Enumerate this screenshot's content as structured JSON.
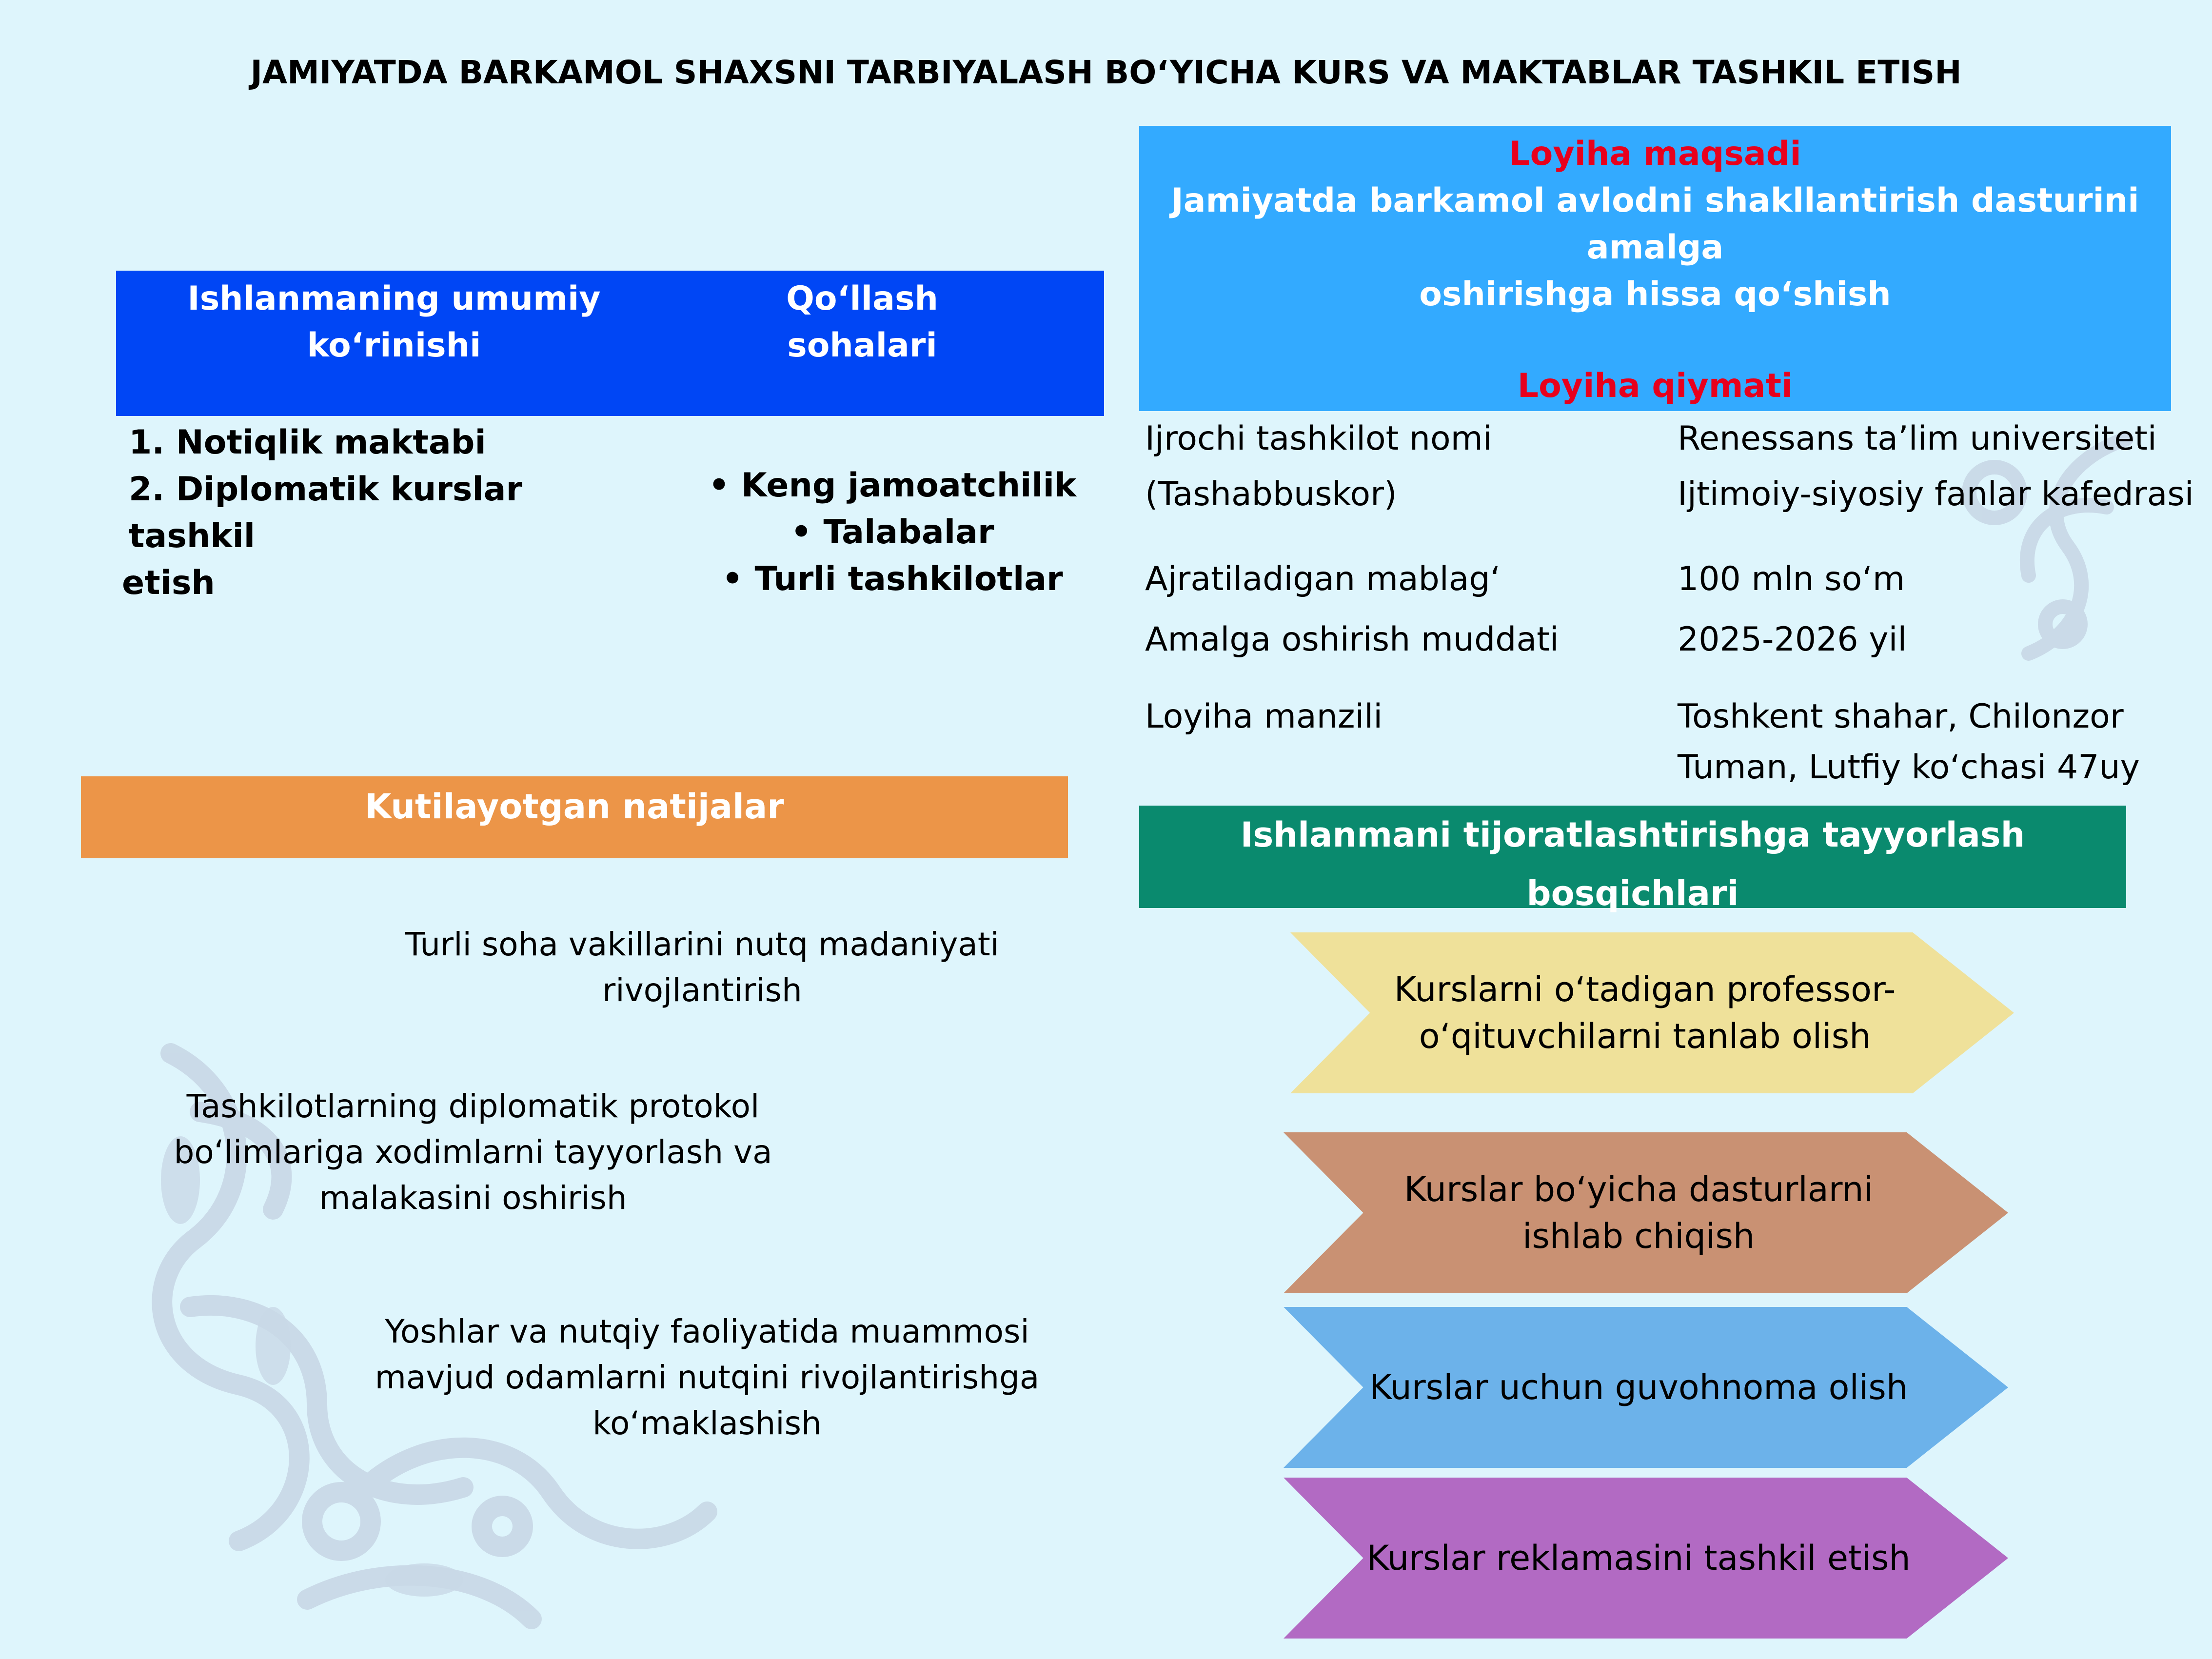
{
  "title": "JAMIYATDA BARKAMOL SHAXSNI TARBIYALASH BO‘YICHA KURS VA MAKTABLAR TASHKIL ETISH",
  "left_header": {
    "col1_line1": "Ishlanmaning umumiy",
    "col1_line2": "ko‘rinishi",
    "col2_line1": "Qo‘llash",
    "col2_line2": "sohalari"
  },
  "overview_items": [
    "1. Notiqlik maktabi",
    "2. Diplomatik kurslar tashkil",
    "etish"
  ],
  "audience_items": [
    "•  Keng jamoatchilik",
    "•  Talabalar",
    "•  Turli tashkilotlar"
  ],
  "goal": {
    "label": "Loyiha maqsadi",
    "line1": "Jamiyatda barkamol avlodni shakllantirish dasturini amalga",
    "line2": "oshirishga hissa qo‘shish"
  },
  "value_label": "Loyiha qiymati",
  "project_info": {
    "org_label_1": "Ijrochi tashkilot nomi",
    "org_label_2": "(Tashabbuskor)",
    "org_value_1": "Renessans ta’lim universiteti",
    "org_value_2": "Ijtimoiy-siyosiy fanlar kafedrasi",
    "funds_label": "Ajratiladigan mablag‘",
    "funds_value": "100 mln so‘m",
    "period_label": "Amalga oshirish muddati",
    "period_value": "2025-2026 yil",
    "address_label": "Loyiha manzili",
    "address_value_1": "Toshkent shahar, Chilonzor",
    "address_value_2": "Tuman, Lutfiy  ko‘chasi 47uy"
  },
  "expected_results": {
    "header": "Kutilayotgan natijalar",
    "item1_line1": "Turli soha vakillarini nutq madaniyati",
    "item1_line2": "rivojlantirish",
    "item2_line1": "Tashkilotlarning diplomatik protokol",
    "item2_line2": "bo‘limlariga xodimlarni tayyorlash va",
    "item2_line3": "malakasini oshirish",
    "item3_line1": "Yoshlar va nutqiy faoliyatida muammosi",
    "item3_line2": "mavjud odamlarni nutqini rivojlantirishga",
    "item3_line3": "ko‘maklashish"
  },
  "stages": {
    "header": "Ishlanmani tijoratlashtirishga tayyorlash bosqichlari",
    "step1_line1": "Kurslarni o‘tadigan professor-",
    "step1_line2": "o‘qituvchilarni tanlab olish",
    "step2_line1": "Kurslar bo‘yicha dasturlarni",
    "step2_line2": "ishlab chiqish",
    "step3": "Kurslar uchun guvohnoma olish",
    "step4": "Kurslar reklamasini tashkil etish"
  },
  "colors": {
    "background": "#def5fc",
    "blue_header": "#0046f5",
    "goal_panel": "#33aaff",
    "red_label": "#e8001c",
    "orange_header": "#ec9548",
    "teal_header": "#0a8a6e",
    "step1": "#efe19a",
    "step2": "#c99173",
    "step3": "#6cb2ea",
    "step4": "#b26ac3"
  },
  "icons": {
    "ornament": "floral-ornament-icon"
  }
}
